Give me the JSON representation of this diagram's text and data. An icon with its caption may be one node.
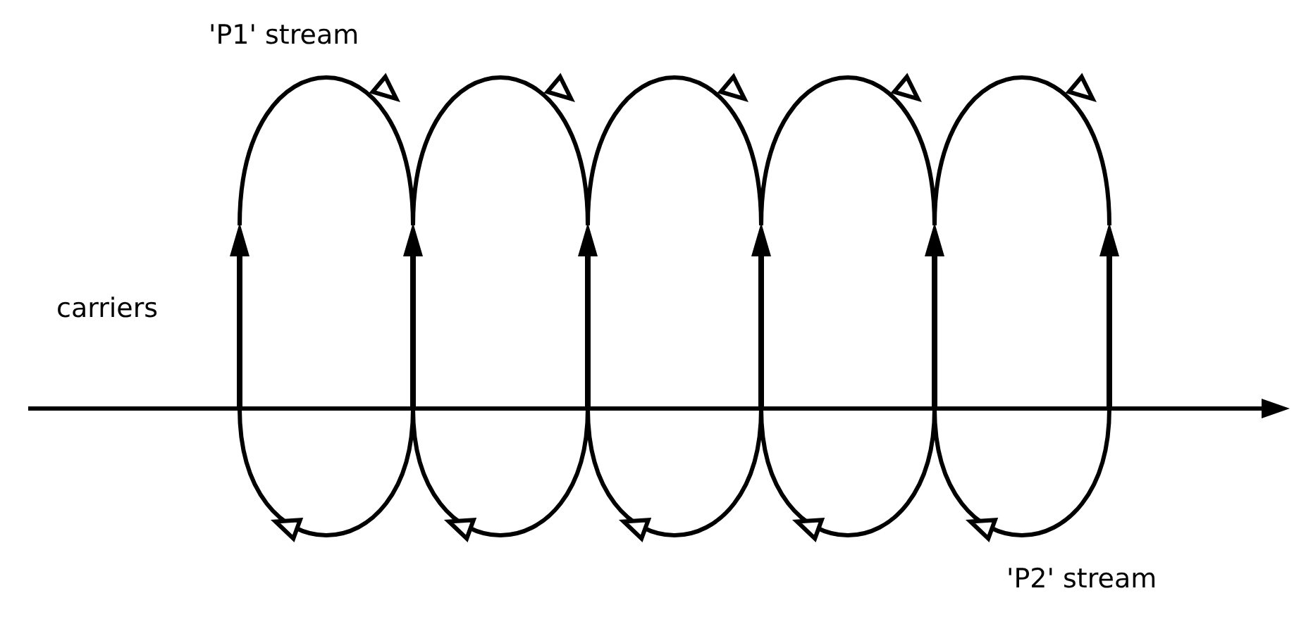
{
  "diagram": {
    "labels": [
      "'P1' stream",
      "carriers",
      "'P2' stream"
    ]
  }
}
